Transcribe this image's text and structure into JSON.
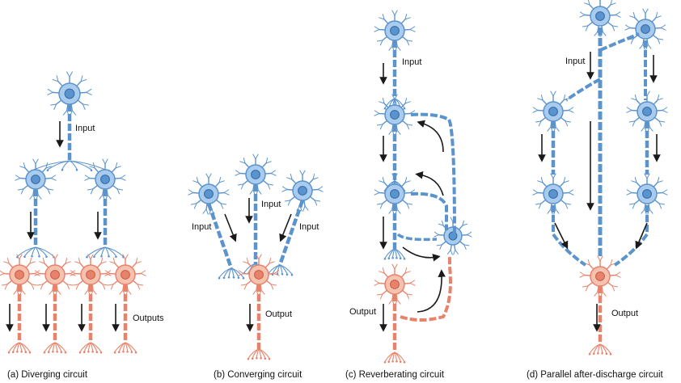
{
  "colors": {
    "input_neuron": "#5b93cc",
    "input_neuron_light": "#a9cbed",
    "input_neuron_dark": "#2f6aa8",
    "output_neuron": "#e8836b",
    "output_neuron_light": "#f6c2b0",
    "output_neuron_dark": "#c95a40",
    "arrow": "#1a1a1a"
  },
  "panels": [
    {
      "id": "a",
      "caption": "(a) Diverging circuit",
      "labels": {
        "input": "Input",
        "outputs": "Outputs"
      }
    },
    {
      "id": "b",
      "caption": "(b) Converging circuit",
      "labels": {
        "input_left": "Input",
        "input_center": "Input",
        "input_right": "Input",
        "output": "Output"
      }
    },
    {
      "id": "c",
      "caption": "(c) Reverberating circuit",
      "labels": {
        "input": "Input",
        "output": "Output"
      }
    },
    {
      "id": "d",
      "caption": "(d) Parallel after-discharge circuit",
      "labels": {
        "input": "Input",
        "output": "Output"
      }
    }
  ]
}
